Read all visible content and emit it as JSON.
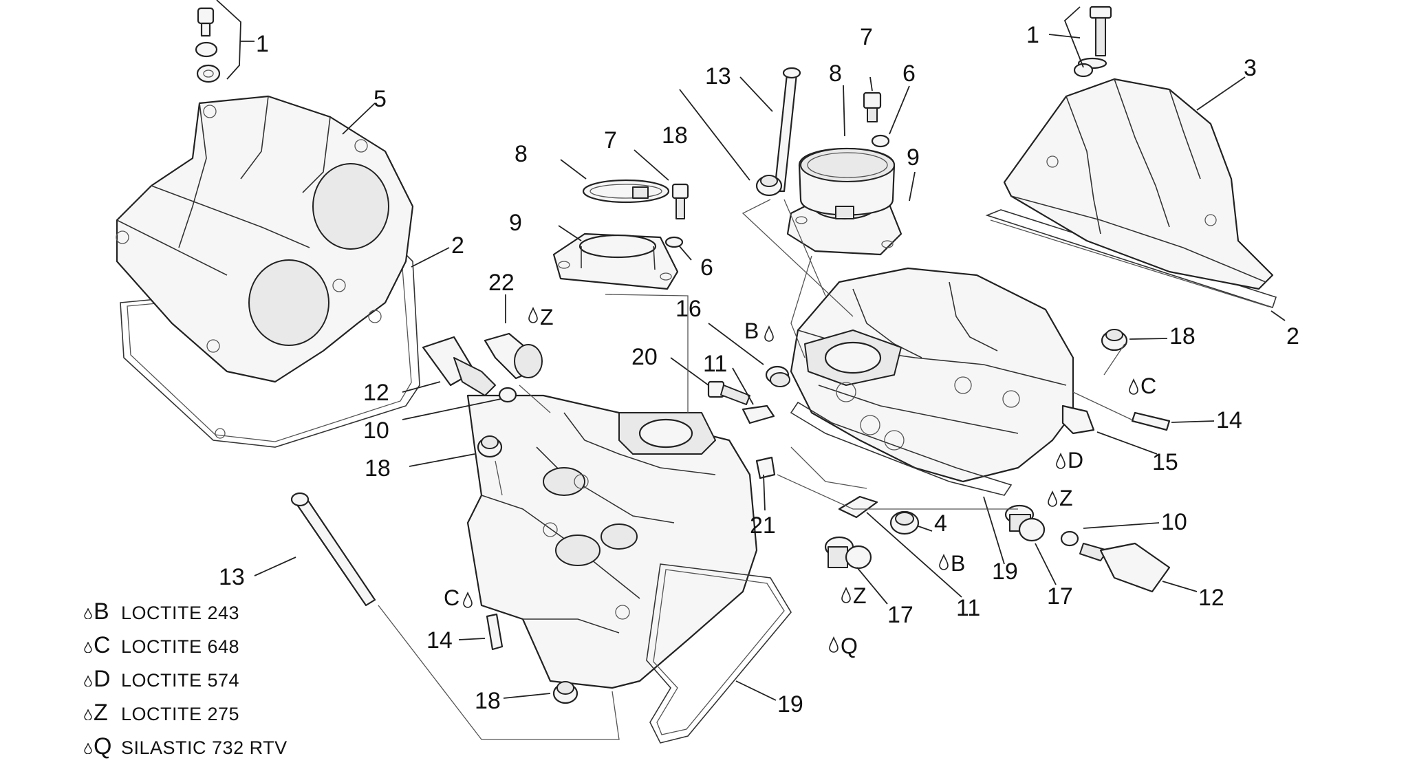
{
  "callouts": [
    {
      "id": "c1",
      "label": "1"
    },
    {
      "id": "c5",
      "label": "5"
    },
    {
      "id": "c2a",
      "label": "2"
    },
    {
      "id": "c8a",
      "label": "8"
    },
    {
      "id": "c7a",
      "label": "7"
    },
    {
      "id": "c9a",
      "label": "9"
    },
    {
      "id": "c6a",
      "label": "6"
    },
    {
      "id": "c22",
      "label": "22"
    },
    {
      "id": "c12a",
      "label": "12"
    },
    {
      "id": "c10a",
      "label": "10"
    },
    {
      "id": "c18a",
      "label": "18"
    },
    {
      "id": "c13a",
      "label": "13"
    },
    {
      "id": "c14a",
      "label": "14"
    },
    {
      "id": "c18b",
      "label": "18"
    },
    {
      "id": "c19a",
      "label": "19"
    },
    {
      "id": "c16",
      "label": "16"
    },
    {
      "id": "c20",
      "label": "20"
    },
    {
      "id": "c11a",
      "label": "11"
    },
    {
      "id": "c21",
      "label": "21"
    },
    {
      "id": "c17a",
      "label": "17"
    },
    {
      "id": "c11b",
      "label": "11"
    },
    {
      "id": "c13b",
      "label": "13"
    },
    {
      "id": "c18c",
      "label": "18"
    },
    {
      "id": "c7b",
      "label": "7"
    },
    {
      "id": "c8b",
      "label": "8"
    },
    {
      "id": "c6b",
      "label": "6"
    },
    {
      "id": "c9b",
      "label": "9"
    },
    {
      "id": "c1b",
      "label": "1"
    },
    {
      "id": "c3",
      "label": "3"
    },
    {
      "id": "c2b",
      "label": "2"
    },
    {
      "id": "c18d",
      "label": "18"
    },
    {
      "id": "c14b",
      "label": "14"
    },
    {
      "id": "c15",
      "label": "15"
    },
    {
      "id": "c4",
      "label": "4"
    },
    {
      "id": "c19b",
      "label": "19"
    },
    {
      "id": "c17b",
      "label": "17"
    },
    {
      "id": "c10b",
      "label": "10"
    },
    {
      "id": "c12b",
      "label": "12"
    }
  ],
  "adhesive_tags": {
    "z_22": "Z",
    "b_16": "B",
    "c_14b": "C",
    "d_15": "D",
    "z_17b": "Z",
    "b_4": "B",
    "z_17a": "Z",
    "q_21": "Q",
    "c_14a": "C"
  },
  "legend": [
    {
      "letter": "B",
      "text": "LOCTITE 243"
    },
    {
      "letter": "C",
      "text": "LOCTITE 648"
    },
    {
      "letter": "D",
      "text": "LOCTITE 574"
    },
    {
      "letter": "Z",
      "text": "LOCTITE 275"
    },
    {
      "letter": "Q",
      "text": "SILASTIC 732 RTV"
    }
  ],
  "legend_drop_icon": "💧"
}
